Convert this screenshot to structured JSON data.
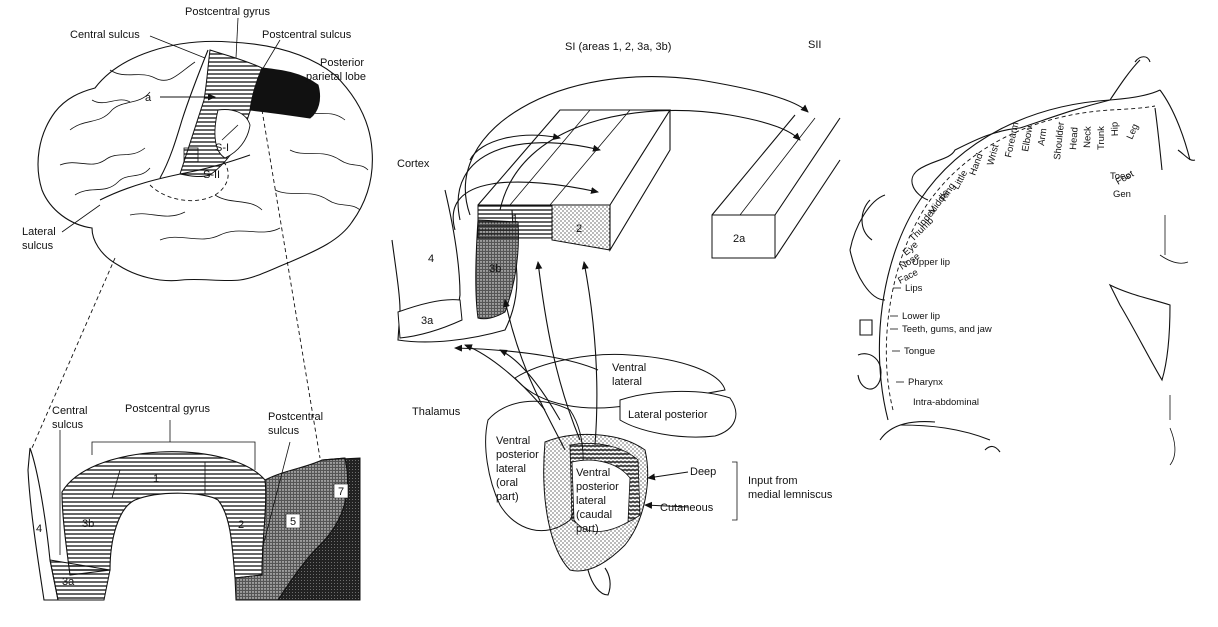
{
  "brain": {
    "postcentral_gyrus": "Postcentral gyrus",
    "central_sulcus": "Central sulcus",
    "postcentral_sulcus": "Postcentral sulcus",
    "posterior_parietal_lobe_1": "Posterior",
    "posterior_parietal_lobe_2": "parietal lobe",
    "marker_a": "a",
    "s1": "S-I",
    "s2": "S-II",
    "lateral_sulcus_1": "Lateral",
    "lateral_sulcus_2": "sulcus"
  },
  "section": {
    "central_sulcus_1": "Central",
    "central_sulcus_2": "sulcus",
    "postcentral_gyrus": "Postcentral gyrus",
    "postcentral_sulcus_1": "Postcentral",
    "postcentral_sulcus_2": "sulcus",
    "area_4": "4",
    "area_3b": "3b",
    "area_1": "1",
    "area_2": "2",
    "area_5": "5",
    "area_7": "7",
    "area_3a": "3a"
  },
  "pathway": {
    "si_title": "SI (areas 1, 2, 3a, 3b)",
    "sii_title": "SII",
    "cortex": "Cortex",
    "area_1": "1",
    "area_2": "2",
    "area_2a": "2a",
    "area_4": "4",
    "area_3b": "3b",
    "area_3a": "3a",
    "ventral_lateral_1": "Ventral",
    "ventral_lateral_2": "lateral",
    "lateral_posterior": "Lateral posterior",
    "thalamus": "Thalamus",
    "vpl_oral_1": "Ventral",
    "vpl_oral_2": "posterior",
    "vpl_oral_3": "lateral",
    "vpl_oral_4": "(oral",
    "vpl_oral_5": "part)",
    "vpl_caudal_1": "Ventral",
    "vpl_caudal_2": "posterior",
    "vpl_caudal_3": "lateral",
    "vpl_caudal_4": "(caudal",
    "vpl_caudal_5": "part)",
    "deep": "Deep",
    "cutaneous": "Cutaneous",
    "input_1": "Input from",
    "input_2": "medial lemniscus"
  },
  "homunculus": {
    "radial_labels": [
      "Little",
      "Ring",
      "Middle",
      "Index",
      "Thumb",
      "Eye",
      "Nose",
      "Face",
      "Hand",
      "Wrist",
      "Forearm",
      "Elbow",
      "Arm",
      "Shoulder",
      "Head",
      "Neck",
      "Trunk",
      "Hip",
      "Leg",
      "Foot",
      "Toes",
      "Gen"
    ],
    "side_labels": [
      "Upper lip",
      "Lips",
      "Lower lip",
      "Teeth, gums, and jaw",
      "Tongue",
      "Pharynx",
      "Intra-abdominal"
    ]
  }
}
